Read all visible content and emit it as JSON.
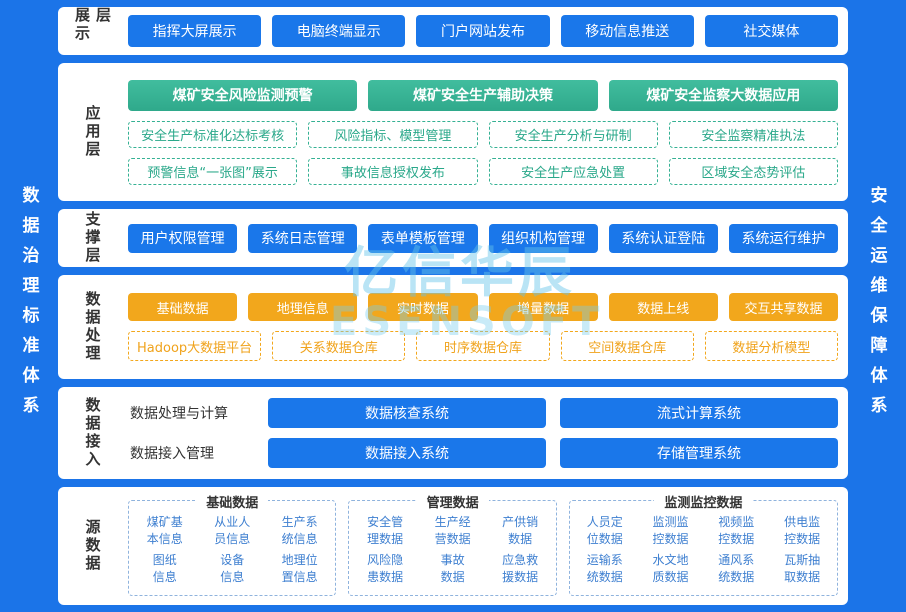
{
  "sidebars": {
    "left": "数据治理标准体系",
    "right": "安全运维保障体系"
  },
  "watermark": {
    "line1": "亿信华辰",
    "line2": "ESENSOFT"
  },
  "colors": {
    "background": "#1b74e8",
    "blue_button": "#1a77ea",
    "teal_button": "#35b193",
    "orange_button": "#f2a71c"
  },
  "layers": {
    "display": {
      "label": "展示层",
      "buttons": [
        "指挥大屏展示",
        "电脑终端显示",
        "门户网站发布",
        "移动信息推送",
        "社交媒体"
      ]
    },
    "application": {
      "label": "应用层",
      "primary": [
        "煤矿安全风险监测预警",
        "煤矿安全生产辅助决策",
        "煤矿安全监察大数据应用"
      ],
      "row2": [
        "安全生产标准化达标考核",
        "风险指标、模型管理",
        "安全生产分析与研制",
        "安全监察精准执法"
      ],
      "row3": [
        "预警信息“一张图”展示",
        "事故信息授权发布",
        "安全生产应急处置",
        "区域安全态势评估"
      ]
    },
    "support": {
      "label": "支撑层",
      "buttons": [
        "用户权限管理",
        "系统日志管理",
        "表单模板管理",
        "组织机构管理",
        "系统认证登陆",
        "系统运行维护"
      ]
    },
    "processing": {
      "label": "数据处理",
      "solid": [
        "基础数据",
        "地理信息",
        "实时数据",
        "增量数据",
        "数据上线",
        "交互共享数据"
      ],
      "dashed": [
        "Hadoop大数据平台",
        "关系数据仓库",
        "时序数据仓库",
        "空间数据仓库",
        "数据分析模型"
      ]
    },
    "access": {
      "label": "数据接入",
      "rows": [
        {
          "label": "数据处理与计算",
          "buttons": [
            "数据核查系统",
            "流式计算系统"
          ]
        },
        {
          "label": "数据接入管理",
          "buttons": [
            "数据接入系统",
            "存储管理系统"
          ]
        }
      ]
    },
    "source": {
      "label": "源数据",
      "groups": [
        {
          "title": "基础数据",
          "items": [
            "煤矿基\n本信息",
            "从业人\n员信息",
            "生产系\n统信息",
            "图纸\n信息",
            "设备\n信息",
            "地理位\n置信息"
          ]
        },
        {
          "title": "管理数据",
          "items": [
            "安全管\n理数据",
            "生产经\n营数据",
            "产供销\n数据",
            "风险隐\n患数据",
            "事故\n数据",
            "应急救\n援数据"
          ]
        },
        {
          "title": "监测监控数据",
          "items": [
            "人员定\n位数据",
            "监测监\n控数据",
            "视频监\n控数据",
            "供电监\n控数据",
            "运输系\n统数据",
            "水文地\n质数据",
            "通风系\n统数据",
            "瓦斯抽\n取数据"
          ]
        }
      ]
    }
  }
}
